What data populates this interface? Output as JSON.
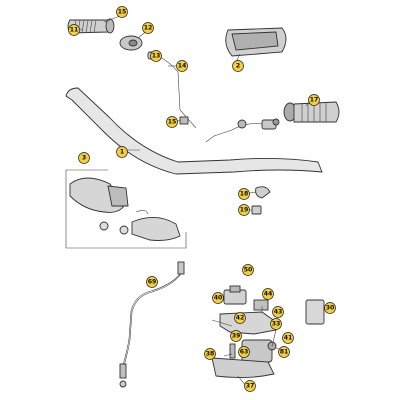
{
  "diagram": {
    "callouts": {
      "c1": "1",
      "c2": "2",
      "c3": "3",
      "c11": "11",
      "c12": "12",
      "c13": "13",
      "c14": "14",
      "c15": "15",
      "c17": "17",
      "c18": "18",
      "c19": "19",
      "c30": "30",
      "c33": "33",
      "c37": "37",
      "c38": "38",
      "c39": "39",
      "c40": "40",
      "c41": "41",
      "c42": "42",
      "c43": "43",
      "c44": "44",
      "c50": "50",
      "c63": "63",
      "c69": "69",
      "c81": "81"
    },
    "colors": {
      "callout_fill": "#f4ce3c",
      "part_fill": "#d8d8d8",
      "line": "#333333"
    }
  }
}
